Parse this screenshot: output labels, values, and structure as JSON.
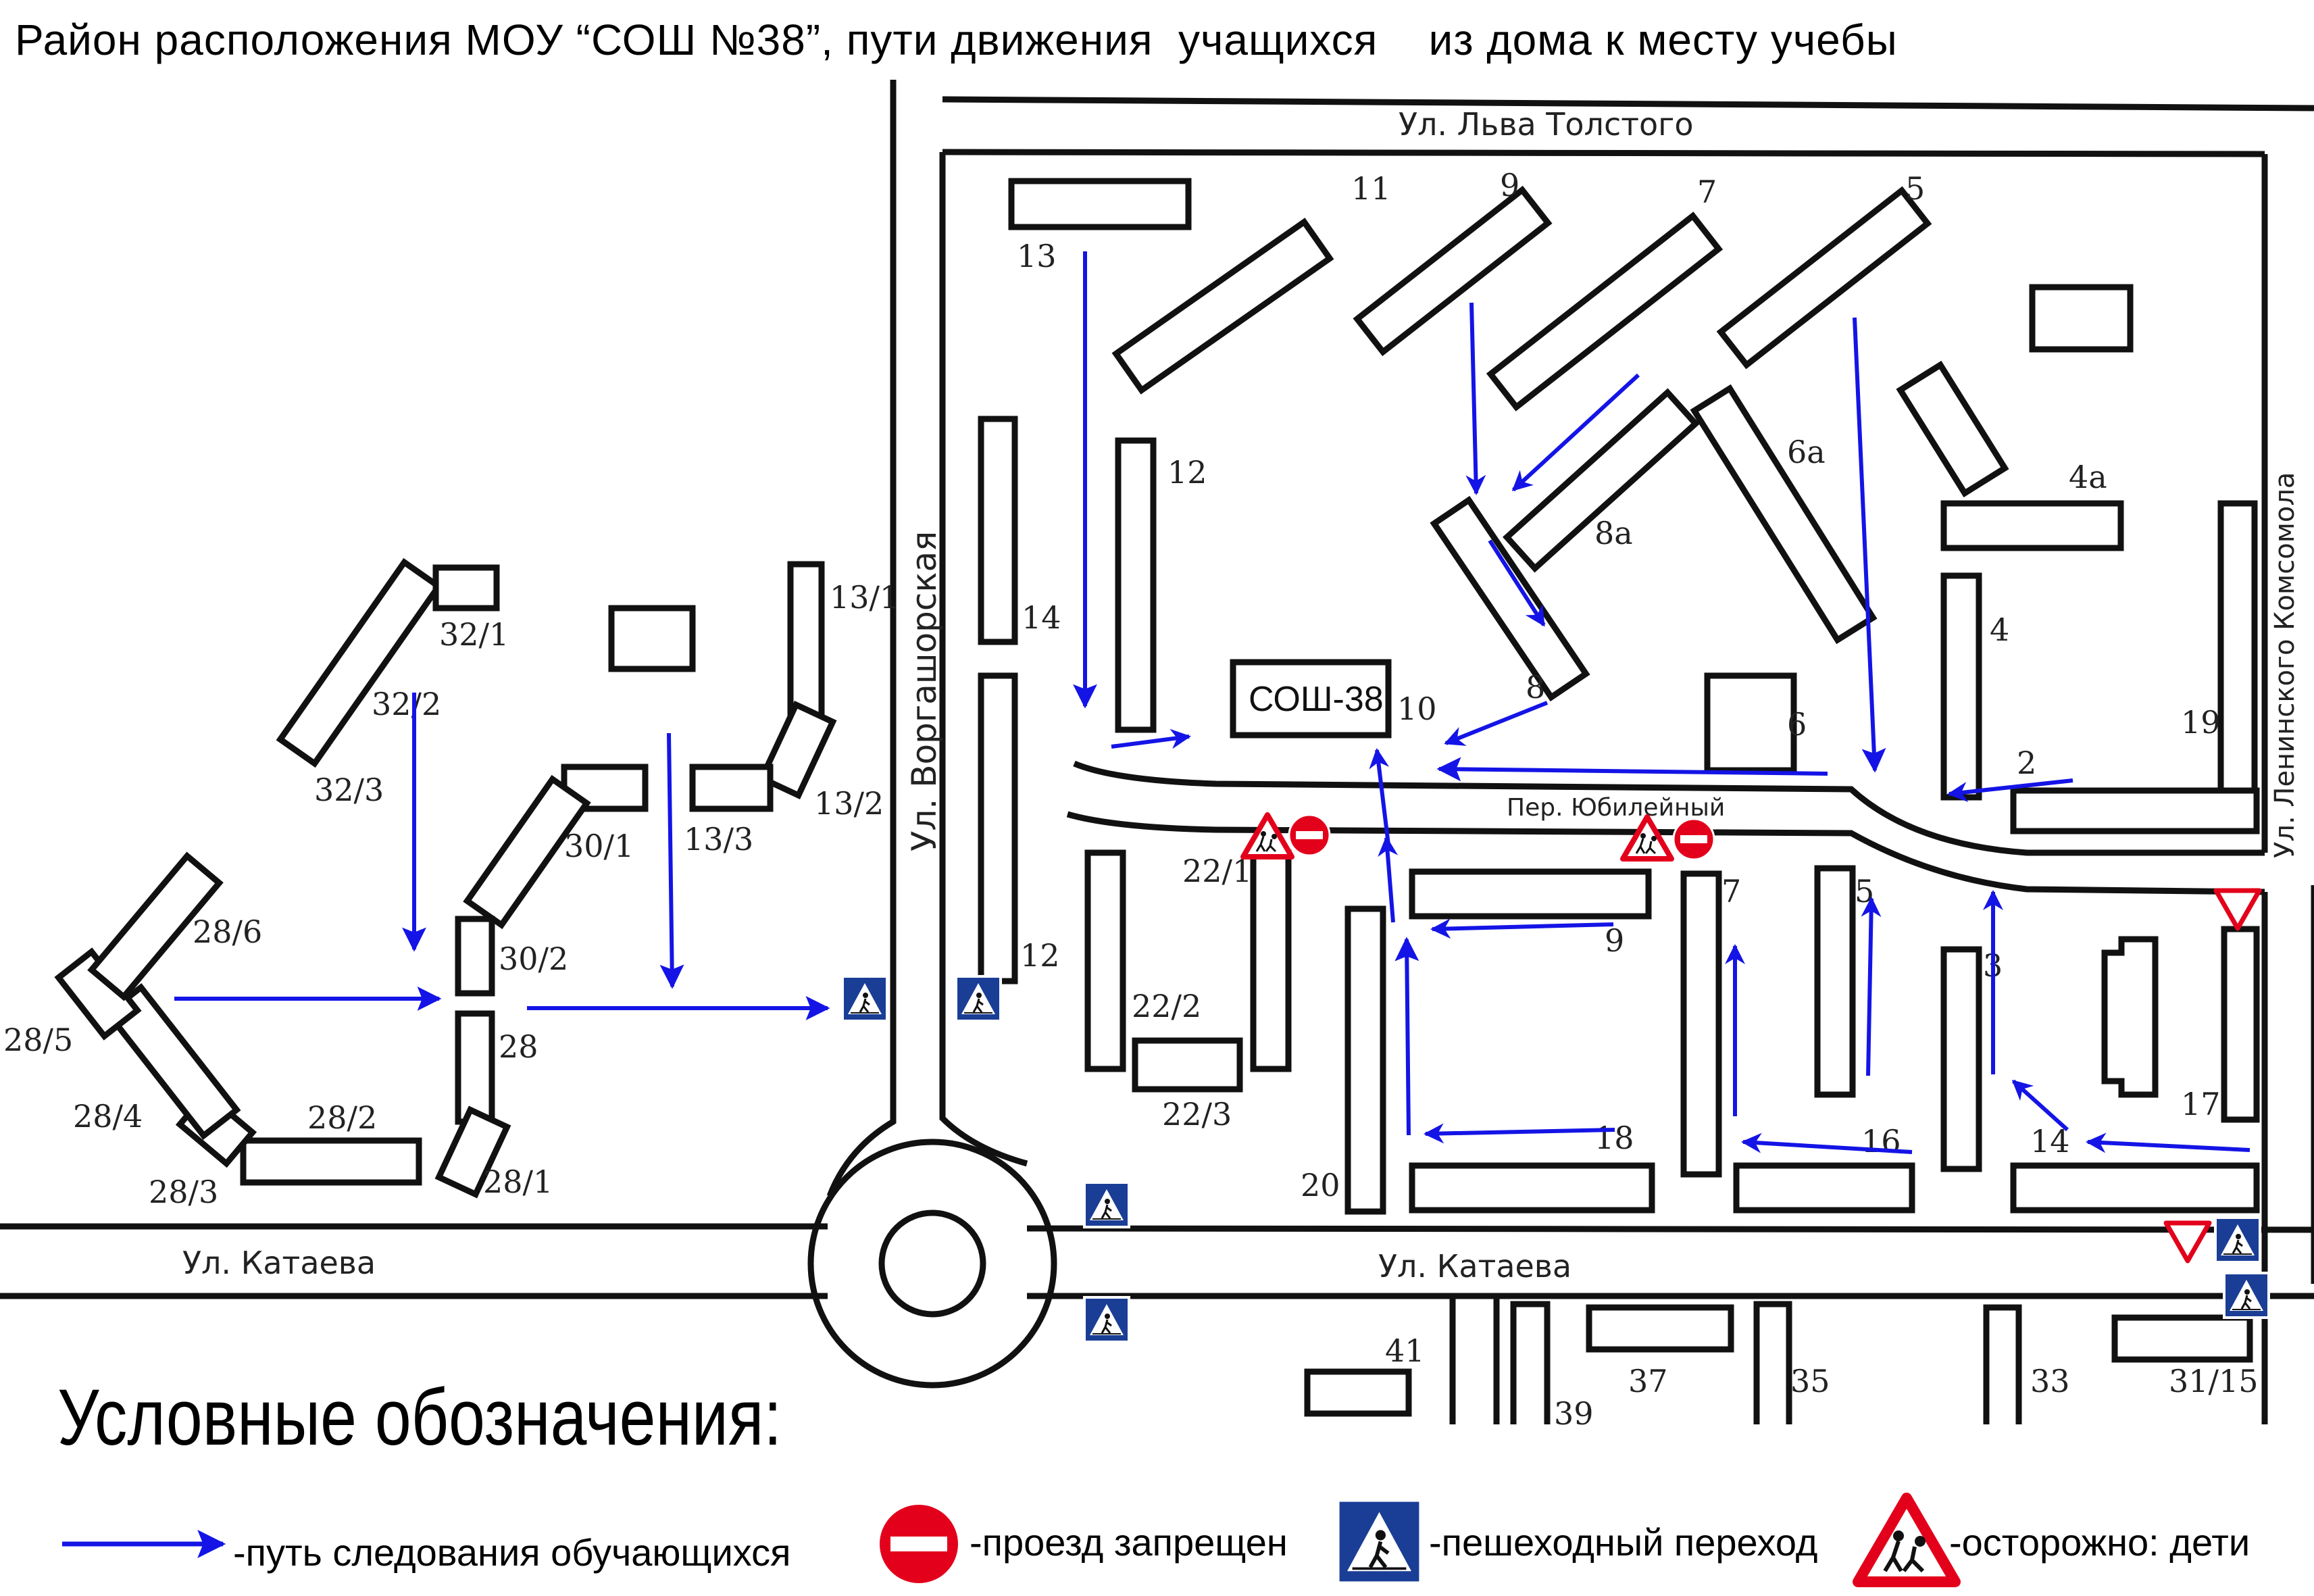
{
  "title": "Район расположения МОУ “СОШ №38”, пути движения  учащихся    из дома к месту учебы",
  "streets": {
    "lva_tolstogo": "Ул. Льва Толстого",
    "vorgashorskaya": "Ул. Воргашорская",
    "leninskogo_komsomola": "Ул. Ленинского Комсомола",
    "yubileyny": "Пер. Юбилейный",
    "kataeva_left": "Ул. Катаева",
    "kataeva_right": "Ул. Катаева"
  },
  "school_label": "СОШ-38",
  "building_numbers": {
    "b13": "13",
    "b11": "11",
    "b9": "9",
    "b7": "7",
    "b5": "5",
    "b12": "12",
    "b14": "14",
    "b8a": "8а",
    "b6a": "6а",
    "b4a": "4а",
    "b4": "4",
    "b8": "8",
    "b10": "10",
    "b6": "6",
    "b2": "2",
    "b19": "19",
    "b22_1": "22/1",
    "b22_2": "22/2",
    "b22_3": "22/3",
    "b12_lower": "12",
    "b9_lower": "9",
    "b7_lower": "7",
    "b5_lower": "5",
    "b3": "3",
    "b17": "17",
    "b18": "18",
    "b16": "16",
    "b14_lower": "14",
    "b20": "20",
    "b32_1": "32/1",
    "b32_2": "32/2",
    "b32_3": "32/3",
    "b13_1": "13/1",
    "b13_2": "13/2",
    "b13_3": "13/3",
    "b30_1": "30/1",
    "b30_2": "30/2",
    "b28": "28",
    "b28_1": "28/1",
    "b28_2": "28/2",
    "b28_3": "28/3",
    "b28_4": "28/4",
    "b28_5": "28/5",
    "b28_6": "28/6",
    "b41": "41",
    "b39": "39",
    "b37": "37",
    "b35": "35",
    "b33": "33",
    "b31_15": "31/15"
  },
  "legend": {
    "title": "Условные обозначения:",
    "route": "-путь следования обучающихся",
    "no_entry": "-проезд запрещен",
    "crossing": "-пешеходный переход",
    "children": "-осторожно: дети"
  },
  "colors": {
    "route": "#1414e6",
    "no_entry": "#e3001b",
    "crossing_bg": "#1a3e96",
    "warning_border": "#e3001b",
    "line": "#111111"
  },
  "icons": [
    "route-arrow-icon",
    "no-entry-icon",
    "pedestrian-crossing-icon",
    "children-warning-icon",
    "yield-sign-icon"
  ]
}
